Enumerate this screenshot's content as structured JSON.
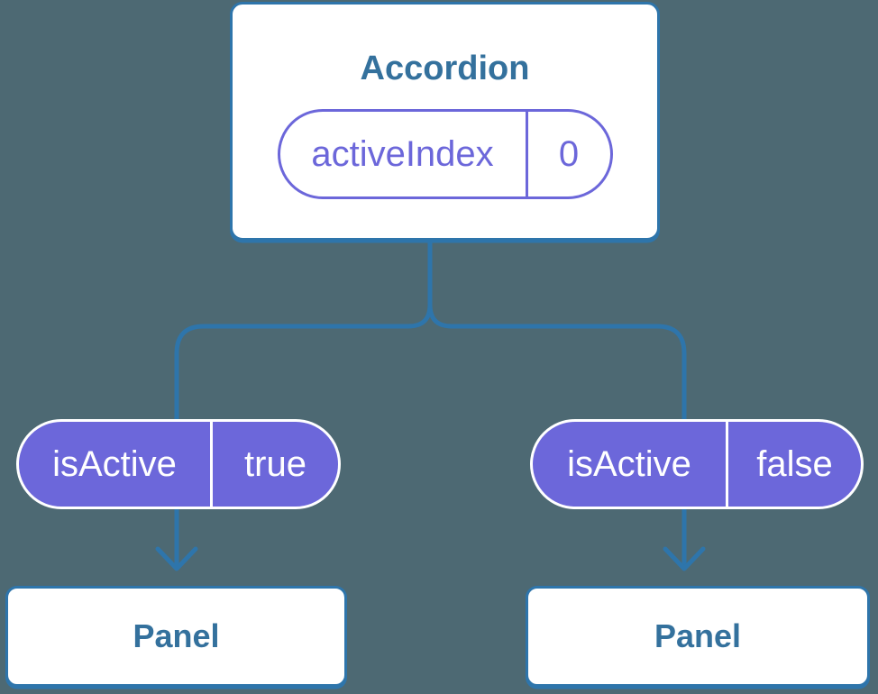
{
  "diagram": {
    "colors": {
      "bg": "#4d6973",
      "stroke": "#2e75ab",
      "text-blue": "#34719d",
      "purple": "#6c67da",
      "pill-text": "#ffffff",
      "card-bg": "#ffffff"
    },
    "root": {
      "title": "Accordion",
      "state": {
        "name": "activeIndex",
        "value": "0"
      }
    },
    "children": [
      {
        "prop": {
          "name": "isActive",
          "value": "true"
        },
        "panel": "Panel"
      },
      {
        "prop": {
          "name": "isActive",
          "value": "false"
        },
        "panel": "Panel"
      }
    ]
  }
}
